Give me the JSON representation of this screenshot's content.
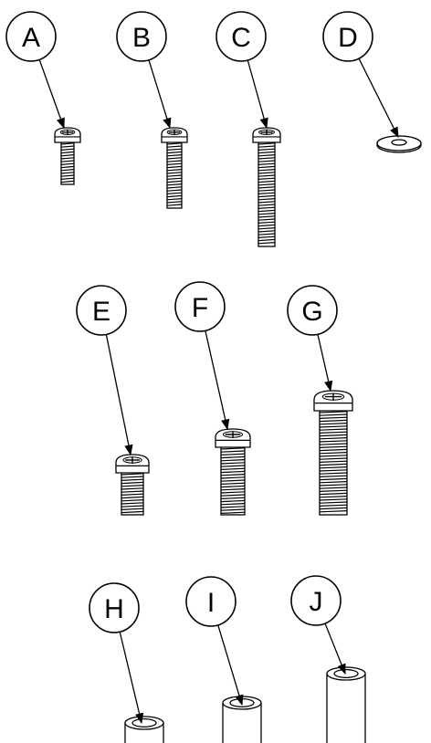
{
  "colors": {
    "line": "#000000",
    "paper": "#ffffff"
  },
  "parts": [
    {
      "id": "A",
      "label": "A",
      "icon": "screw-short-icon"
    },
    {
      "id": "B",
      "label": "B",
      "icon": "screw-medium-icon"
    },
    {
      "id": "C",
      "label": "C",
      "icon": "screw-long-icon"
    },
    {
      "id": "D",
      "label": "D",
      "icon": "washer-icon"
    },
    {
      "id": "E",
      "label": "E",
      "icon": "screw-wide-short-icon"
    },
    {
      "id": "F",
      "label": "F",
      "icon": "screw-wide-medium-icon"
    },
    {
      "id": "G",
      "label": "G",
      "icon": "screw-wide-long-icon"
    },
    {
      "id": "H",
      "label": "H",
      "icon": "spacer-short-icon"
    },
    {
      "id": "I",
      "label": "I",
      "icon": "spacer-medium-icon"
    },
    {
      "id": "J",
      "label": "J",
      "icon": "spacer-long-icon"
    }
  ]
}
